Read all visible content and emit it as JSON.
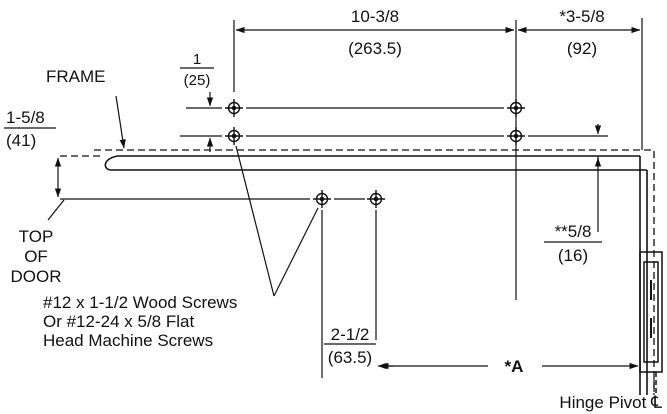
{
  "dimensions": {
    "screw_spacing": {
      "fraction": "10-3/8",
      "metric": "(263.5)"
    },
    "pivot_offset": {
      "fraction": "*3-5/8",
      "metric": "(92)"
    },
    "top_row_offset": {
      "fraction": "1",
      "metric": "(25)"
    },
    "frame_offset": {
      "fraction": "1-5/8",
      "metric": "(41)"
    },
    "lower_offset": {
      "fraction": "**5/8",
      "metric": "(16)"
    },
    "door_screw_spacing": {
      "fraction": "2-1/2",
      "metric": "(63.5)"
    },
    "a_dimension": "*A"
  },
  "labels": {
    "frame": "FRAME",
    "top_of_door": [
      "TOP",
      "OF",
      "DOOR"
    ],
    "screws": [
      "#12 x 1-1/2 Wood Screws",
      "Or #12-24 x 5/8 Flat",
      "Head Machine Screws"
    ],
    "hinge_pivot": "Hinge Pivot ℄"
  },
  "colors": {
    "ink": "#111111",
    "background": "#ffffff"
  }
}
